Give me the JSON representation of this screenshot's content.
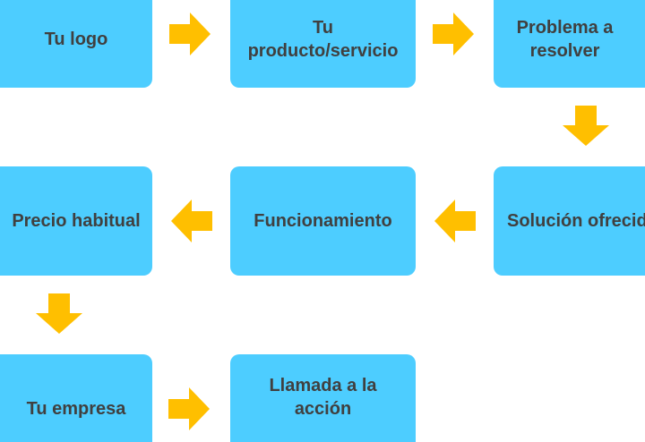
{
  "flow": {
    "steps": [
      {
        "label": "Tu logo"
      },
      {
        "label": "Tu\nproducto/servicio"
      },
      {
        "label": "Problema a\nresolver"
      },
      {
        "label": "Precio habitual"
      },
      {
        "label": "Funcionamiento"
      },
      {
        "label": "Solución ofrecida"
      },
      {
        "label": "Tu empresa"
      },
      {
        "label": "Llamada a la\nacción"
      }
    ]
  },
  "colors": {
    "box": "#4dcdff",
    "arrow": "#ffbf00",
    "text": "#404040"
  }
}
